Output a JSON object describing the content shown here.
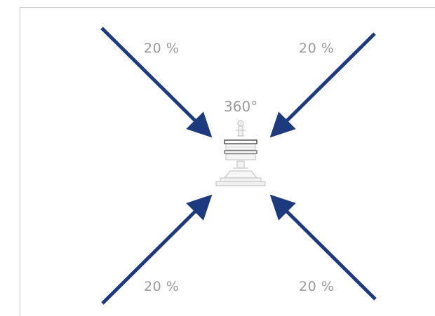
{
  "diagram": {
    "angle_label": "360°",
    "arrows": [
      {
        "id": "top-left",
        "label": "20 %"
      },
      {
        "id": "top-right",
        "label": "20 %"
      },
      {
        "id": "bottom-left",
        "label": "20 %"
      },
      {
        "id": "bottom-right",
        "label": "20 %"
      }
    ],
    "colors": {
      "arrow": "#1e3a7e",
      "label": "#9a9a9a",
      "device": "#cfcfcf",
      "border": "#c8c8c8"
    }
  }
}
